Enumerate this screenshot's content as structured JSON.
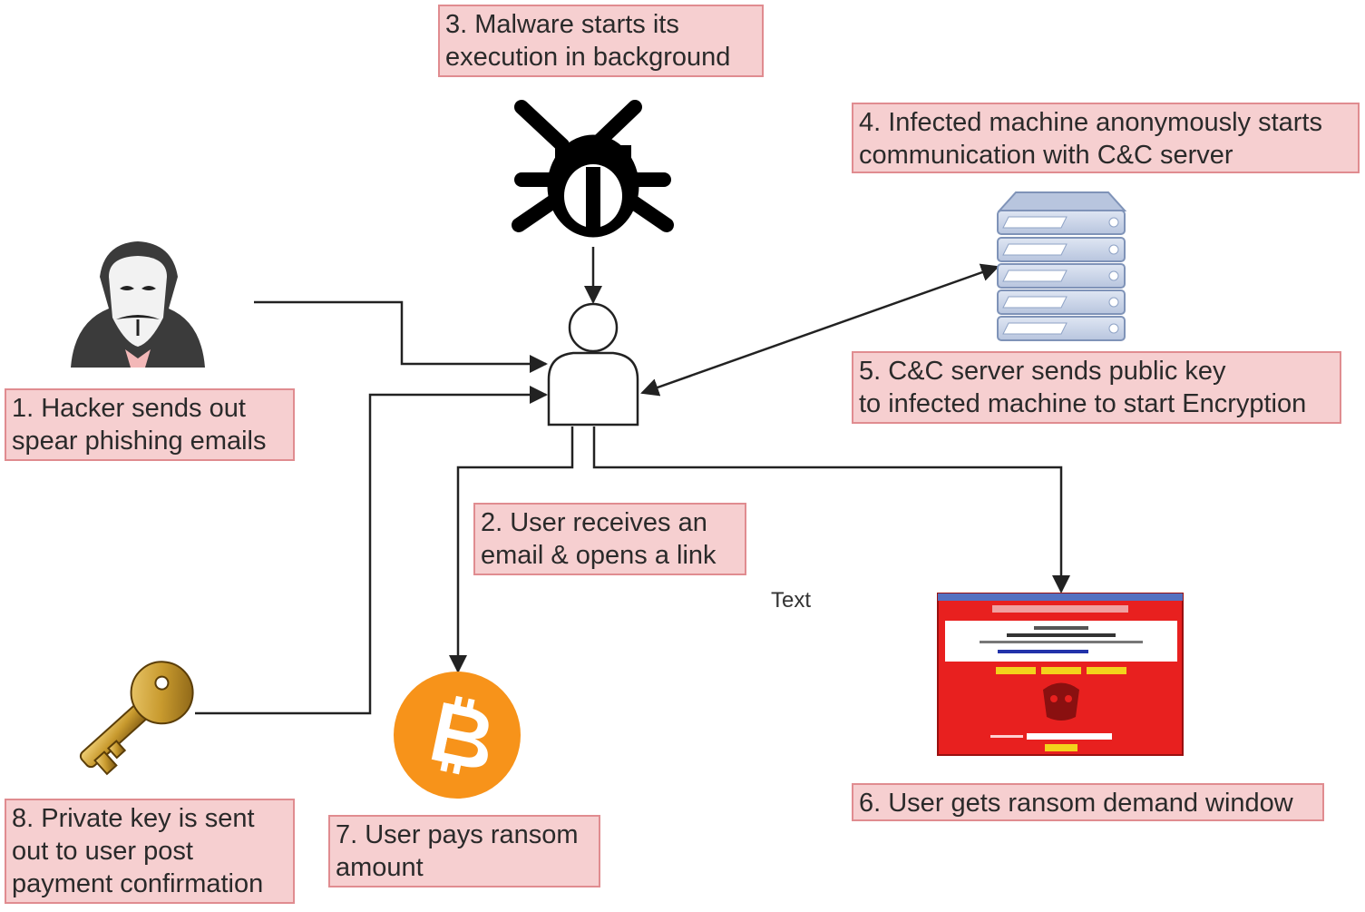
{
  "diagram": {
    "steps": [
      {
        "id": "step1",
        "lines": [
          "1. Hacker sends out",
          "spear phishing emails"
        ]
      },
      {
        "id": "step2",
        "lines": [
          "2. User receives an",
          "email & opens a link"
        ]
      },
      {
        "id": "step3",
        "lines": [
          "3. Malware starts its",
          "execution in background"
        ]
      },
      {
        "id": "step4",
        "lines": [
          "4. Infected machine anonymously starts",
          "communication with C&C server"
        ]
      },
      {
        "id": "step5",
        "lines": [
          "5. C&C server sends public key",
          "to infected machine to start Encryption"
        ]
      },
      {
        "id": "step6",
        "lines": [
          "6. User gets ransom demand window"
        ]
      },
      {
        "id": "step7",
        "lines": [
          "7. User pays ransom",
          "amount"
        ]
      },
      {
        "id": "step8",
        "lines": [
          "8. Private key is sent",
          "out to user post",
          "payment confirmation"
        ]
      }
    ],
    "stray_text": "Text",
    "icons": [
      "hacker-icon",
      "bug-icon",
      "user-icon",
      "server-icon",
      "ransom-window-icon",
      "bitcoin-icon",
      "key-icon"
    ],
    "colors": {
      "label_fill": "#f6cfd0",
      "label_border": "#e08c90",
      "bitcoin": "#f7931a",
      "ransom_red": "#e8201f",
      "server_blue": "#7f93b8",
      "key_gold": "#c89a2e"
    }
  }
}
